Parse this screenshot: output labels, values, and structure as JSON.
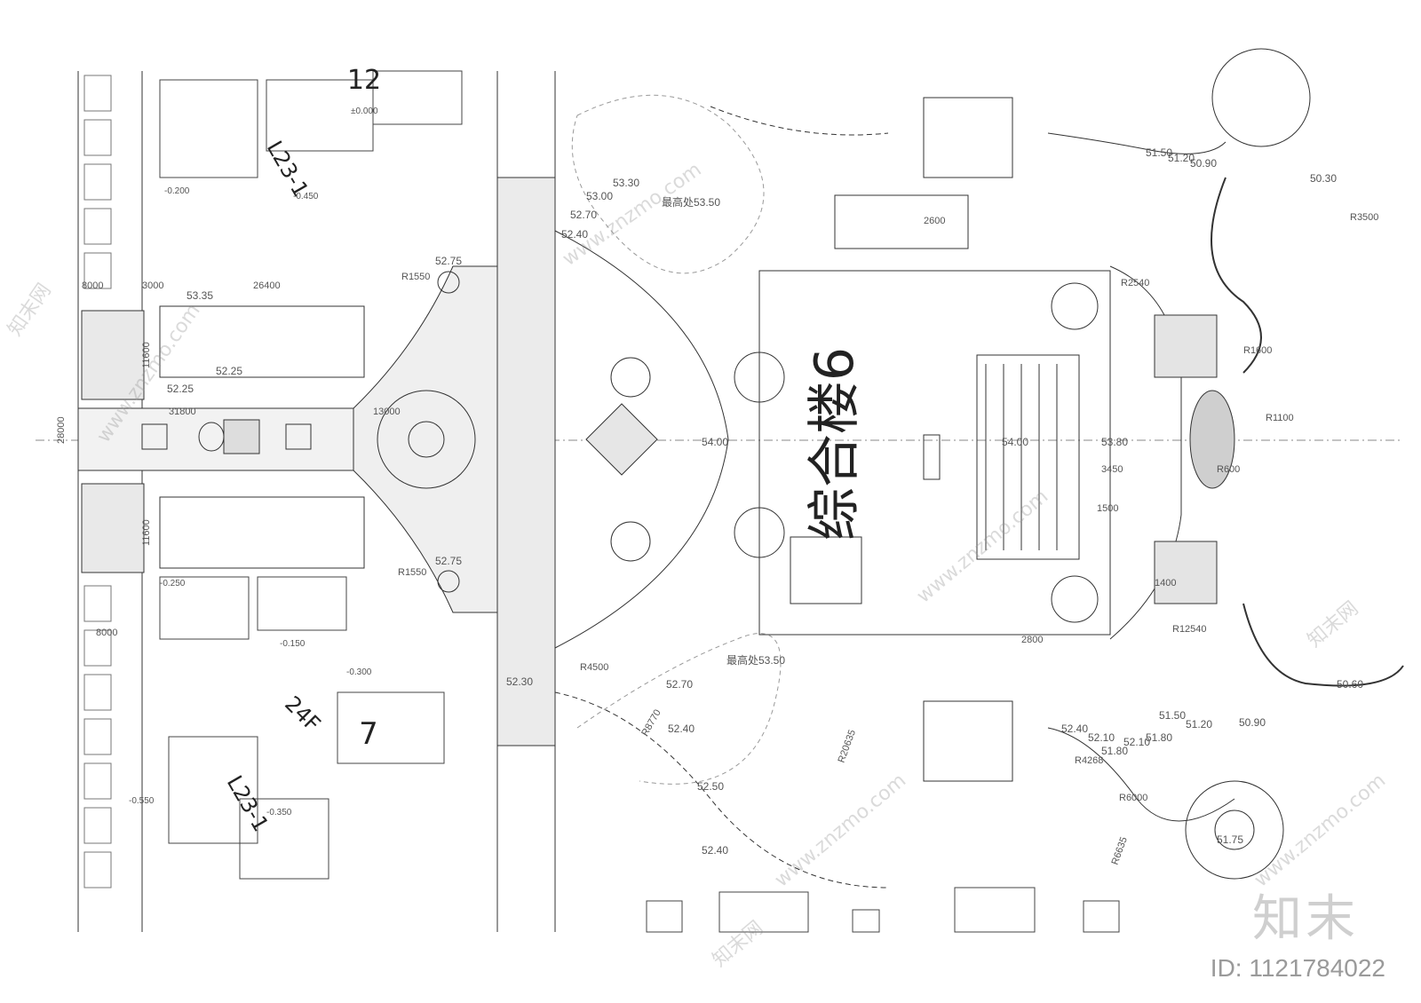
{
  "drawing": {
    "building_title": "综合楼6",
    "building_labels": [
      "12",
      "7",
      "24F",
      "L23-1",
      "L23-1"
    ],
    "dimensions": [
      "8000",
      "3000",
      "26400",
      "31800",
      "28000",
      "11600",
      "11600",
      "13000",
      "8000",
      "3450",
      "1500",
      "1400",
      "2600",
      "2800"
    ],
    "elevations": [
      "52.75",
      "52.75",
      "53.35",
      "52.25",
      "52.25",
      "53.30",
      "53.00",
      "52.70",
      "52.40",
      "52.70",
      "52.40",
      "52.50",
      "52.40",
      "52.30",
      "54.00",
      "54.00",
      "53.80",
      "51.50",
      "51.20",
      "50.90",
      "50.60",
      "51.75",
      "50.30",
      "52.10",
      "51.80",
      "52.40",
      "52.10",
      "51.80",
      "51.50",
      "51.20",
      "50.90"
    ],
    "highest_points": [
      "最高处53.50",
      "最高处53.50"
    ],
    "radii": [
      "R1550",
      "R1550",
      "R4500",
      "R3500",
      "R1600",
      "R1100",
      "R600",
      "R12540",
      "R2540",
      "R20635",
      "R6000",
      "R6635",
      "R4268",
      "R8770"
    ],
    "floor_levels": [
      "±0.000",
      "-0.450",
      "-0.200",
      "-0.250",
      "-0.150",
      "-0.300",
      "-0.350",
      "-0.550"
    ]
  },
  "watermark": {
    "brand": "知末",
    "image_id": "ID: 1121784022",
    "site_text": "www.znzmo.com",
    "brand_mark": "知末网"
  }
}
